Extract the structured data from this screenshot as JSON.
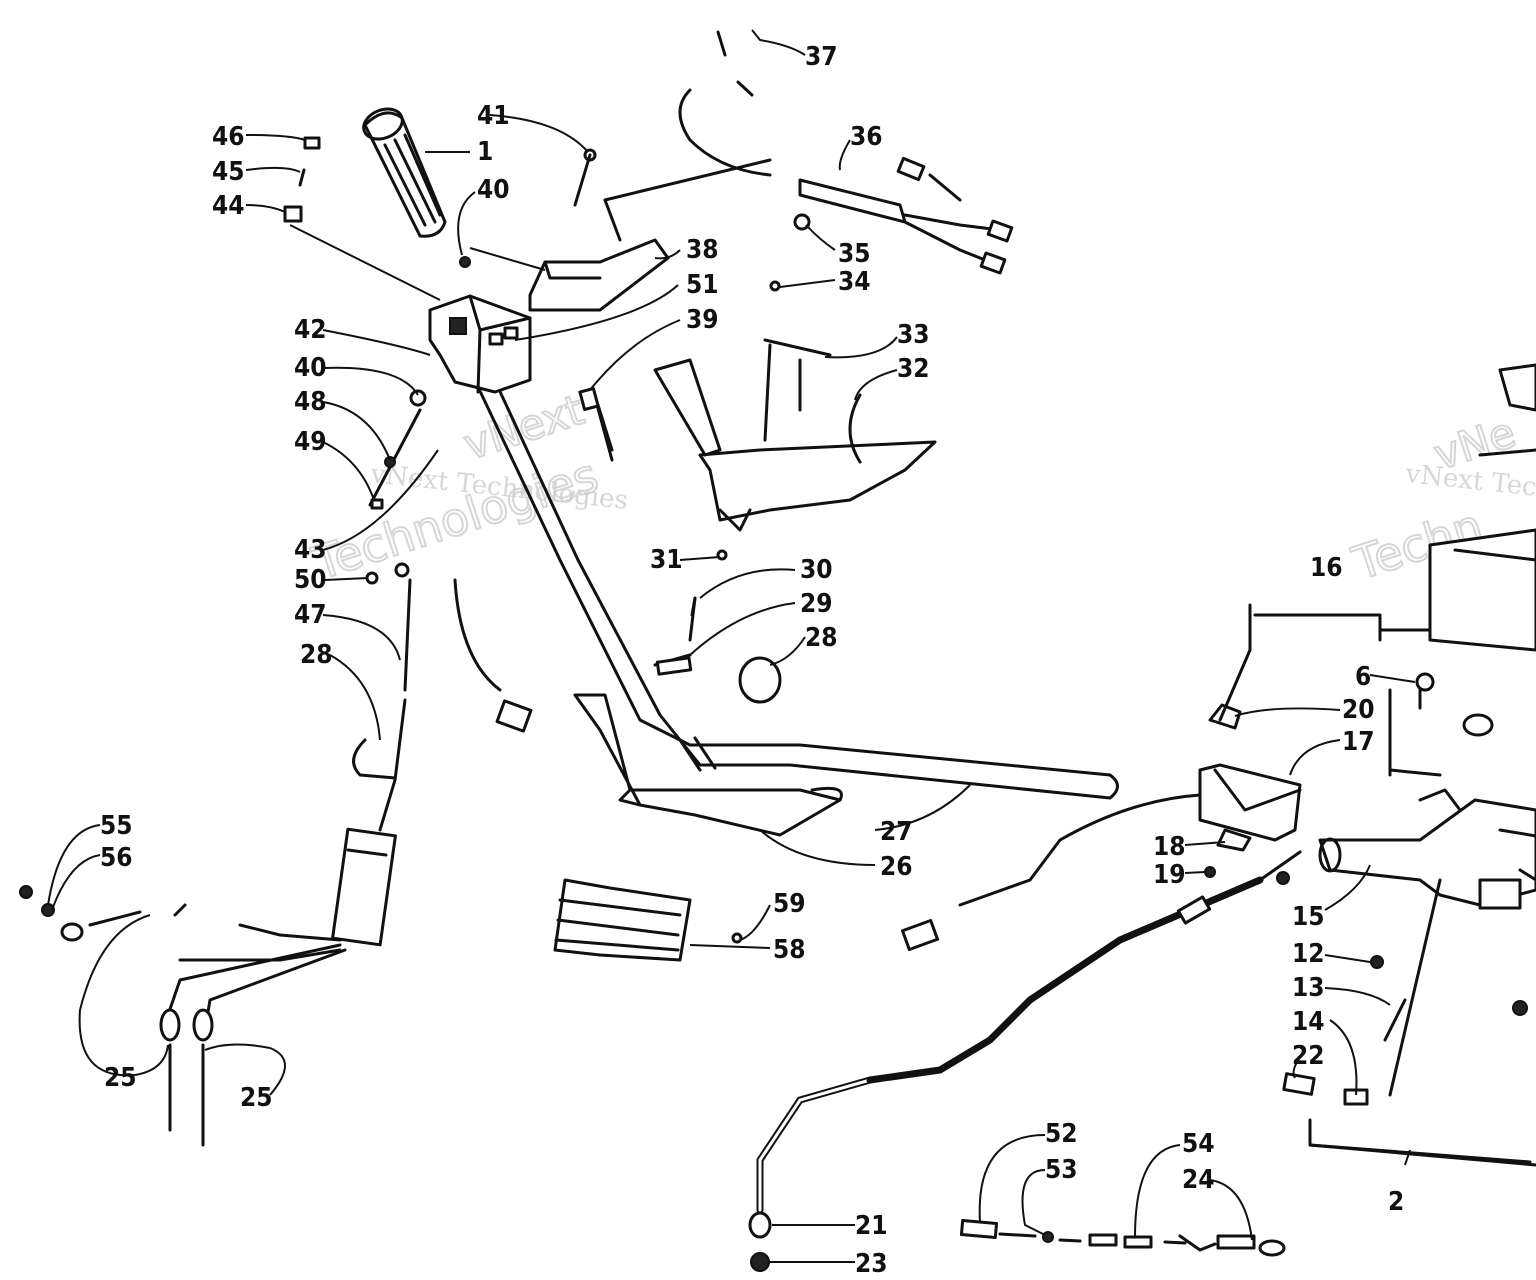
{
  "watermarks": [
    {
      "id": "wm-a1",
      "text": "vNext Technologies"
    },
    {
      "id": "wm-a2",
      "text": "vNext"
    },
    {
      "id": "wm-a3",
      "text": "Technologies"
    },
    {
      "id": "wm-b1",
      "text": "vNext Tec"
    },
    {
      "id": "wm-b2",
      "text": "vNe"
    },
    {
      "id": "wm-b3",
      "text": "Techn"
    }
  ],
  "callouts": {
    "c1": "1",
    "c2": "2",
    "c6": "6",
    "c12": "12",
    "c13": "13",
    "c14": "14",
    "c15": "15",
    "c16": "16",
    "c17": "17",
    "c18": "18",
    "c19": "19",
    "c20": "20",
    "c21": "21",
    "c22": "22",
    "c23": "23",
    "c24": "24",
    "c25a": "25",
    "c25b": "25",
    "c26": "26",
    "c27": "27",
    "c28a": "28",
    "c28b": "28",
    "c29": "29",
    "c30": "30",
    "c31": "31",
    "c32": "32",
    "c33": "33",
    "c34": "34",
    "c35": "35",
    "c36": "36",
    "c37": "37",
    "c38": "38",
    "c39": "39",
    "c40a": "40",
    "c40b": "40",
    "c41": "41",
    "c42": "42",
    "c43": "43",
    "c44": "44",
    "c45": "45",
    "c46": "46",
    "c47": "47",
    "c48": "48",
    "c49": "49",
    "c50": "50",
    "c51": "51",
    "c52": "52",
    "c53": "53",
    "c54": "54",
    "c55": "55",
    "c56": "56",
    "c58": "58",
    "c59": "59"
  }
}
